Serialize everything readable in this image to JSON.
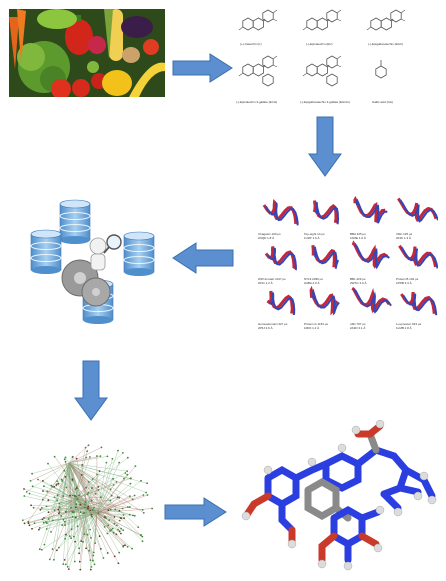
{
  "compounds": [
    {
      "label": "(+)-Catechin (C)"
    },
    {
      "label": "(-)-Epicatechin (EC)"
    },
    {
      "label": "(-)-Epigallocatechin (EGC)"
    },
    {
      "label": "(-)-Epicatechin 3-gallate (ECG)"
    },
    {
      "label": "(-)-Epigallocatechin 3-gallate (EGCG)"
    },
    {
      "label": "Gallic acid (GA)"
    }
  ],
  "proteins": [
    {
      "name": "Chagasin",
      "pdb": "2NQD",
      "res": "1.8 Å",
      "size": "100 μs"
    },
    {
      "name": "Top-eight",
      "pdb": "1UZP",
      "res": "1.6 Å",
      "size": "14 μs"
    },
    {
      "name": "BBA",
      "pdb": "1FME",
      "res": "1.6 Å",
      "size": "325 μs"
    },
    {
      "name": "Villin",
      "pdb": "2F4K",
      "res": "1.3 Å",
      "size": "125 μs"
    },
    {
      "name": "WW domain",
      "pdb": "2F21",
      "res": "1.2 Å",
      "size": "1137 μs"
    },
    {
      "name": "NTL9",
      "pdb": "2HBA",
      "res": "2.0 Å",
      "size": "2936 μs"
    },
    {
      "name": "BBL",
      "pdb": "2WXC",
      "res": "4.0 Å",
      "size": "429 μs"
    },
    {
      "name": "Protein B",
      "pdb": "1PRB",
      "res": "3.3 Å",
      "size": "104 μs"
    },
    {
      "name": "Homeodomain",
      "pdb": "2P6J",
      "res": "3.6 Å",
      "size": "327 μs"
    },
    {
      "name": "Protein G",
      "pdb": "1MIO",
      "res": "1.2 Å",
      "size": "1154 μs"
    },
    {
      "name": "α3D",
      "pdb": "2A3D",
      "res": "3.1 Å",
      "size": "707 μs"
    },
    {
      "name": "λ-repressor",
      "pdb": "1LMB",
      "res": "1.8 Å",
      "size": "643 μs"
    }
  ],
  "colors": {
    "arrow": "#5b8fd0",
    "arrow_edge": "#3a6fb0",
    "ribbon_red": "#c0283c",
    "ribbon_blue": "#3346b8",
    "atom_n": "#2b3ee0",
    "atom_o": "#c93a2a",
    "atom_c": "#8a8a8a",
    "atom_h": "#dcdcdc",
    "cylinder": "#6ea7d8"
  }
}
